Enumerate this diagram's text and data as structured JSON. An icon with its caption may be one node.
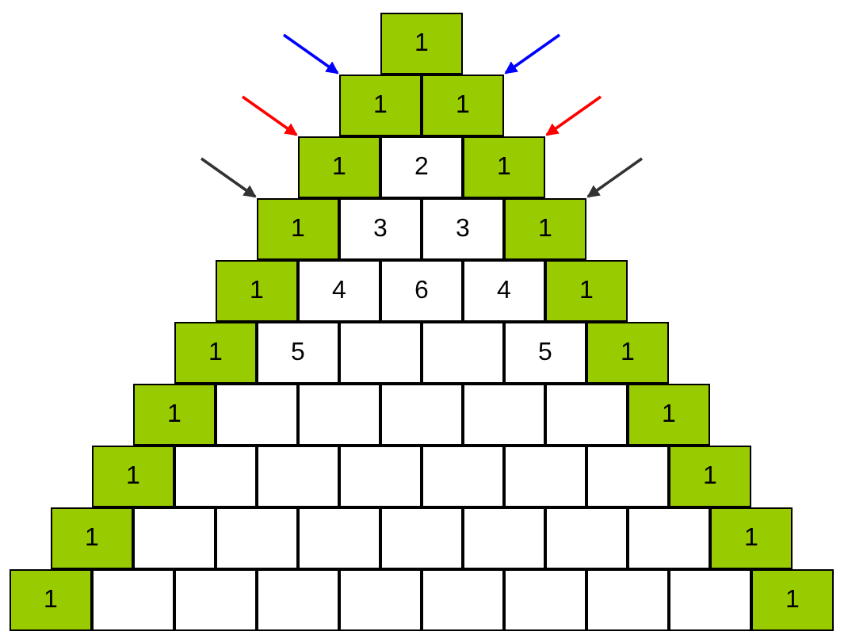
{
  "diagram": {
    "nodes": [
      {
        "text": [
          "1"
        ]
      },
      {
        "text": [
          "1"
        ]
      },
      {
        "text": [
          "1"
        ]
      },
      {
        "text": [
          "1"
        ]
      },
      {
        "text": [
          "2"
        ]
      },
      {
        "text": [
          "1"
        ]
      },
      {
        "text": [
          "1"
        ]
      },
      {
        "text": [
          "3"
        ]
      },
      {
        "text": [
          "3"
        ]
      },
      {
        "text": [
          "1"
        ]
      },
      {
        "text": [
          "1"
        ]
      },
      {
        "text": [
          "4"
        ]
      },
      {
        "text": [
          "6"
        ]
      },
      {
        "text": [
          "4"
        ]
      },
      {
        "text": [
          "1"
        ]
      },
      {
        "text": [
          "1"
        ]
      },
      {
        "text": [
          "5"
        ]
      },
      {
        "text": [],
        "shape": "box"
      },
      {
        "text": [],
        "shape": "box"
      },
      {
        "text": [
          "5"
        ]
      },
      {
        "text": [
          "1"
        ]
      },
      {
        "text": [
          "1"
        ]
      },
      {
        "text": [],
        "shape": "box"
      },
      {
        "text": [],
        "shape": "box"
      },
      {
        "text": [],
        "shape": "box"
      },
      {
        "text": [],
        "shape": "box"
      },
      {
        "text": [],
        "shape": "box"
      },
      {
        "text": [
          "1"
        ]
      },
      {
        "text": [
          "1"
        ]
      },
      {
        "text": [],
        "shape": "box"
      },
      {
        "text": [],
        "shape": "box"
      },
      {
        "text": [],
        "shape": "box"
      },
      {
        "text": [],
        "shape": "box"
      },
      {
        "text": [],
        "shape": "box"
      },
      {
        "text": [],
        "shape": "box"
      },
      {
        "text": [
          "1"
        ]
      },
      {
        "text": [
          "1"
        ]
      },
      {
        "text": [],
        "shape": "box"
      },
      {
        "text": [],
        "shape": "box"
      },
      {
        "text": [],
        "shape": "box"
      },
      {
        "text": [],
        "shape": "box"
      },
      {
        "text": [],
        "shape": "box"
      },
      {
        "text": [],
        "shape": "box"
      },
      {
        "text": [],
        "shape": "box"
      },
      {
        "text": [
          "1"
        ]
      },
      {
        "text": [
          "1"
        ]
      },
      {
        "text": [],
        "shape": "box"
      },
      {
        "text": [],
        "shape": "box"
      },
      {
        "text": [],
        "shape": "box"
      },
      {
        "text": [],
        "shape": "box"
      },
      {
        "text": [],
        "shape": "box"
      },
      {
        "text": [],
        "shape": "box"
      },
      {
        "text": [],
        "shape": "box"
      },
      {
        "text": [],
        "shape": "box"
      },
      {
        "text": [
          "1"
        ]
      }
    ],
    "edges": [
      {
        "from": null,
        "to": 1,
        "arrow": "to",
        "color": "#0000ff"
      },
      {
        "from": null,
        "to": 2,
        "arrow": "to",
        "color": "#0000ff"
      },
      {
        "from": null,
        "to": 3,
        "arrow": "to",
        "color": "#ff0000"
      },
      {
        "from": null,
        "to": 5,
        "arrow": "to",
        "color": "#ff0000"
      },
      {
        "from": null,
        "to": 6,
        "arrow": "to",
        "color": "#333333"
      },
      {
        "from": null,
        "to": 9,
        "arrow": "to",
        "color": "#333333"
      }
    ]
  }
}
